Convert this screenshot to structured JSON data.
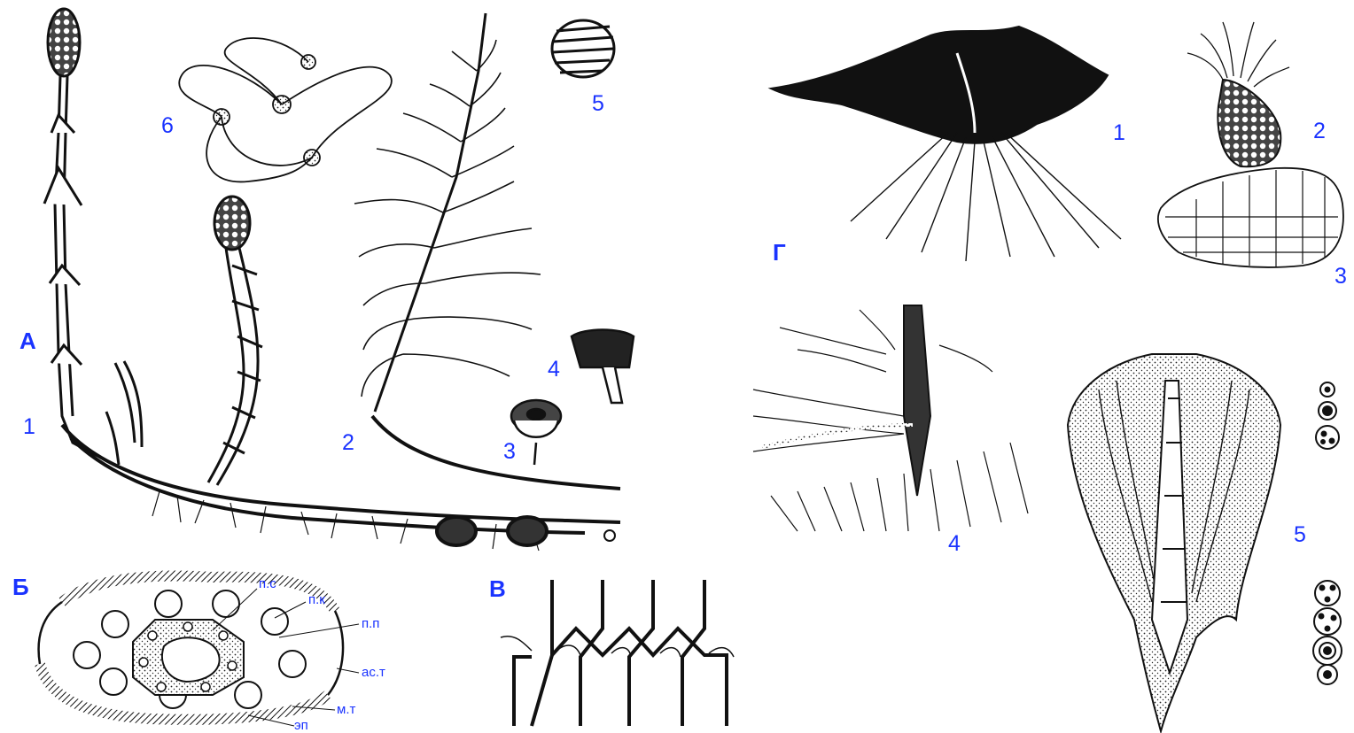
{
  "labels": {
    "A": "А",
    "B": "Б",
    "V": "В",
    "G": "Г",
    "a1": "1",
    "a2": "2",
    "a3": "3",
    "a4": "4",
    "a5": "5",
    "a6": "6",
    "g1": "1",
    "g2": "2",
    "g3": "3",
    "g4": "4",
    "g5": "5",
    "ps": "п.с",
    "pk": "п.к",
    "pp": "п.п",
    "ast": "ас.т",
    "mt": "м.т",
    "ep": "эп"
  },
  "colors": {
    "label": "#1a33ff",
    "ink": "#111111",
    "background": "#ffffff"
  }
}
